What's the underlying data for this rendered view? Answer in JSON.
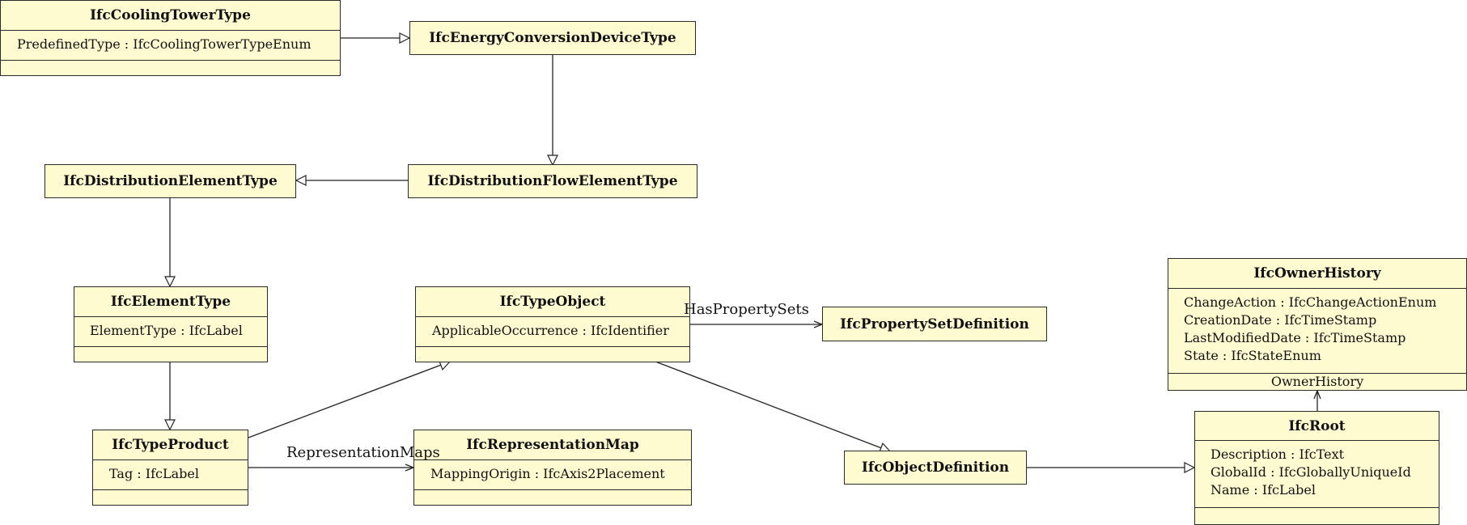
{
  "classes": {
    "cooling_tower_type": {
      "name": "IfcCoolingTowerType",
      "attributes": [
        "PredefinedType : IfcCoolingTowerTypeEnum"
      ]
    },
    "energy_conversion_device_type": {
      "name": "IfcEnergyConversionDeviceType"
    },
    "distribution_element_type": {
      "name": "IfcDistributionElementType"
    },
    "distribution_flow_element_type": {
      "name": "IfcDistributionFlowElementType"
    },
    "element_type": {
      "name": "IfcElementType",
      "attributes": [
        "ElementType : IfcLabel"
      ]
    },
    "type_object": {
      "name": "IfcTypeObject",
      "attributes": [
        "ApplicableOccurrence : IfcIdentifier"
      ]
    },
    "property_set_definition": {
      "name": "IfcPropertySetDefinition"
    },
    "owner_history": {
      "name": "IfcOwnerHistory",
      "attributes": [
        "ChangeAction : IfcChangeActionEnum",
        "CreationDate : IfcTimeStamp",
        "LastModifiedDate : IfcTimeStamp",
        "State : IfcStateEnum"
      ],
      "footer": "OwnerHistory"
    },
    "type_product": {
      "name": "IfcTypeProduct",
      "attributes": [
        "Tag : IfcLabel"
      ]
    },
    "representation_map": {
      "name": "IfcRepresentationMap",
      "attributes": [
        "MappingOrigin : IfcAxis2Placement"
      ]
    },
    "object_definition": {
      "name": "IfcObjectDefinition"
    },
    "root": {
      "name": "IfcRoot",
      "attributes": [
        "Description : IfcText",
        "GlobalId : IfcGloballyUniqueId",
        "Name : IfcLabel"
      ]
    }
  },
  "associations": {
    "has_property_sets": "HasPropertySets",
    "representation_maps": "RepresentationMaps"
  }
}
